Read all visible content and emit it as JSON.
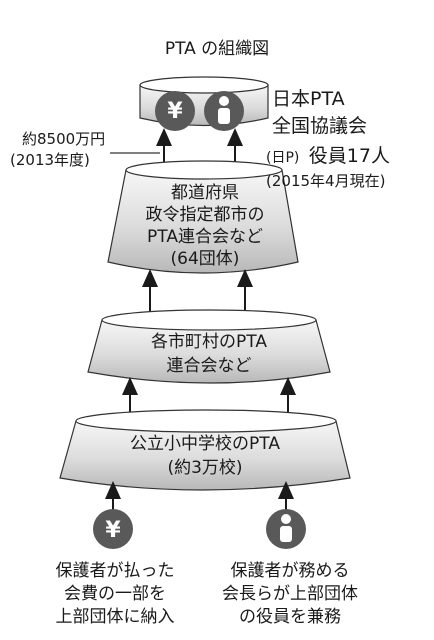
{
  "title": "PTA の組織図",
  "national": {
    "name_line1": "日本PTA",
    "name_line2": "全国協議会",
    "officers_prefix": "(日P)",
    "officers": "役員17人",
    "officers_date": "(2015年4月現在)"
  },
  "funding": {
    "amount": "約8500万円",
    "year": "(2013年度)"
  },
  "tier_prefectural": [
    "都道府県",
    "政令指定都市の",
    "PTA連合会など",
    "(64団体)"
  ],
  "tier_municipal": [
    "各市町村のPTA",
    "連合会など"
  ],
  "tier_school": [
    "公立小中学校のPTA",
    "(約3万校)"
  ],
  "bottom_left_caption": [
    "保護者が払った",
    "会費の一部を",
    "上部団体に納入"
  ],
  "bottom_right_caption": [
    "保護者が務める",
    "会長らが上部団体",
    "の役員を兼務"
  ],
  "icons": {
    "money_symbol": "¥",
    "person_icon": "person-icon"
  },
  "colors": {
    "shape_fill_top": "#f5f5f5",
    "shape_fill_mid": "#d8d8d8",
    "shape_fill_bottom": "#b5b5b5",
    "icon_fill": "#555555",
    "stroke": "#333333"
  }
}
